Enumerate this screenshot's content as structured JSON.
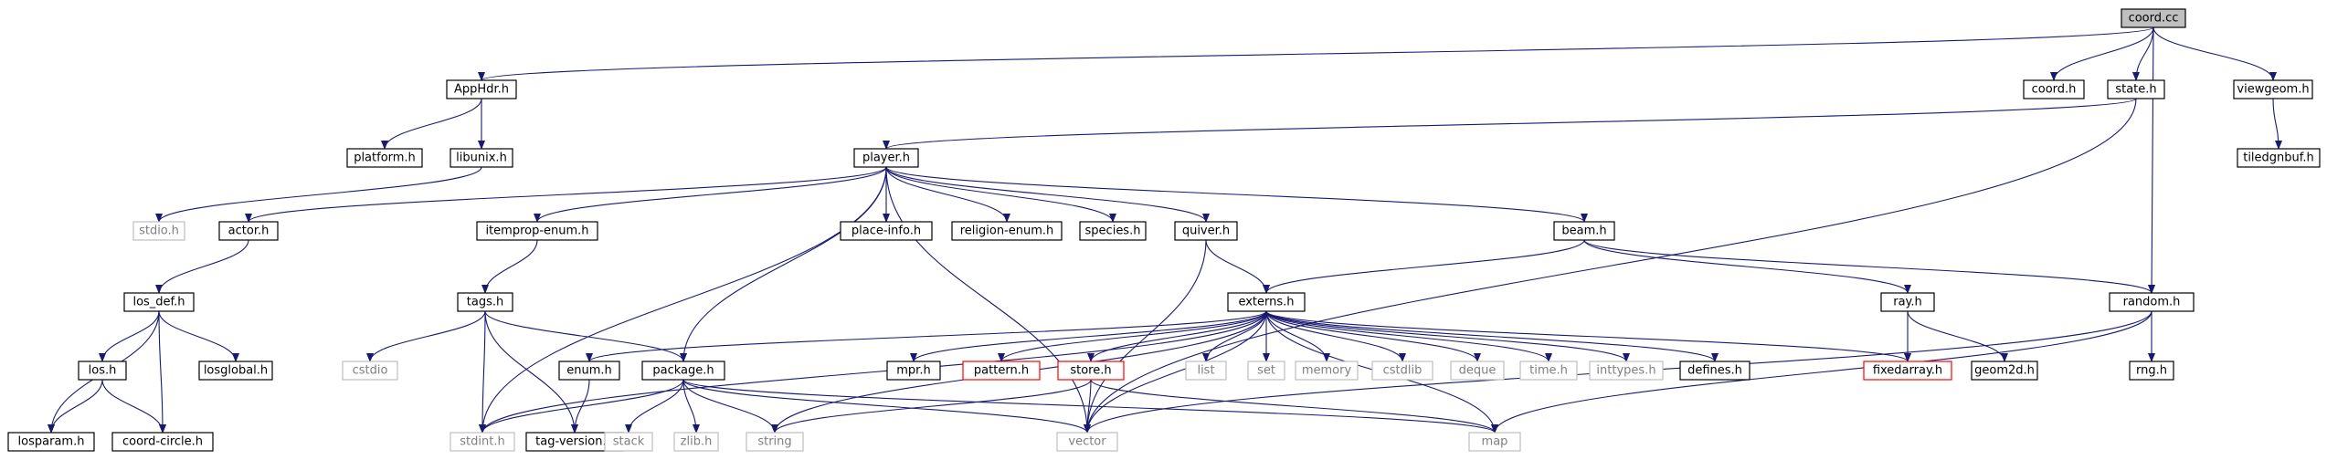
{
  "colors": {
    "edge": "#191970",
    "node_border_defined": "#000000",
    "node_border_undocumented": "#bfbfbf",
    "node_border_truncated": "#ff0000",
    "root_fill": "#bfbfbf",
    "node_fill": "#ffffff",
    "text_defined": "#000000",
    "text_undocumented": "#7f7f7f"
  },
  "nodes": [
    {
      "id": "coord_cc",
      "label": "coord.cc",
      "kind": "root"
    },
    {
      "id": "apphdr",
      "label": "AppHdr.h",
      "kind": "defined"
    },
    {
      "id": "coord_h",
      "label": "coord.h",
      "kind": "defined"
    },
    {
      "id": "state_h",
      "label": "state.h",
      "kind": "defined"
    },
    {
      "id": "viewgeom_h",
      "label": "viewgeom.h",
      "kind": "defined"
    },
    {
      "id": "platform_h",
      "label": "platform.h",
      "kind": "defined"
    },
    {
      "id": "libunix_h",
      "label": "libunix.h",
      "kind": "defined"
    },
    {
      "id": "tiledgnbuf_h",
      "label": "tiledgnbuf.h",
      "kind": "defined"
    },
    {
      "id": "player_h",
      "label": "player.h",
      "kind": "defined"
    },
    {
      "id": "stdio_h",
      "label": "stdio.h",
      "kind": "undocumented"
    },
    {
      "id": "actor_h",
      "label": "actor.h",
      "kind": "defined"
    },
    {
      "id": "itemprop_enum_h",
      "label": "itemprop-enum.h",
      "kind": "defined"
    },
    {
      "id": "place_info_h",
      "label": "place-info.h",
      "kind": "defined"
    },
    {
      "id": "religion_enum_h",
      "label": "religion-enum.h",
      "kind": "defined"
    },
    {
      "id": "species_h",
      "label": "species.h",
      "kind": "defined"
    },
    {
      "id": "quiver_h",
      "label": "quiver.h",
      "kind": "defined"
    },
    {
      "id": "beam_h",
      "label": "beam.h",
      "kind": "defined"
    },
    {
      "id": "los_def_h",
      "label": "los_def.h",
      "kind": "defined"
    },
    {
      "id": "tags_h",
      "label": "tags.h",
      "kind": "defined"
    },
    {
      "id": "externs_h",
      "label": "externs.h",
      "kind": "defined"
    },
    {
      "id": "ray_h",
      "label": "ray.h",
      "kind": "defined"
    },
    {
      "id": "random_h",
      "label": "random.h",
      "kind": "defined"
    },
    {
      "id": "los_h",
      "label": "los.h",
      "kind": "defined"
    },
    {
      "id": "losglobal_h",
      "label": "losglobal.h",
      "kind": "defined"
    },
    {
      "id": "cstdio",
      "label": "cstdio",
      "kind": "undocumented"
    },
    {
      "id": "enum_h",
      "label": "enum.h",
      "kind": "defined"
    },
    {
      "id": "package_h",
      "label": "package.h",
      "kind": "defined"
    },
    {
      "id": "mpr_h",
      "label": "mpr.h",
      "kind": "defined"
    },
    {
      "id": "pattern_h",
      "label": "pattern.h",
      "kind": "truncated"
    },
    {
      "id": "store_h",
      "label": "store.h",
      "kind": "truncated"
    },
    {
      "id": "list",
      "label": "list",
      "kind": "undocumented"
    },
    {
      "id": "set",
      "label": "set",
      "kind": "undocumented"
    },
    {
      "id": "memory",
      "label": "memory",
      "kind": "undocumented"
    },
    {
      "id": "cstdlib",
      "label": "cstdlib",
      "kind": "undocumented"
    },
    {
      "id": "deque",
      "label": "deque",
      "kind": "undocumented"
    },
    {
      "id": "time_h",
      "label": "time.h",
      "kind": "undocumented"
    },
    {
      "id": "inttypes_h",
      "label": "inttypes.h",
      "kind": "undocumented"
    },
    {
      "id": "defines_h",
      "label": "defines.h",
      "kind": "defined"
    },
    {
      "id": "fixedarray_h",
      "label": "fixedarray.h",
      "kind": "truncated"
    },
    {
      "id": "geom2d_h",
      "label": "geom2d.h",
      "kind": "defined"
    },
    {
      "id": "rng_h",
      "label": "rng.h",
      "kind": "defined"
    },
    {
      "id": "losparam_h",
      "label": "losparam.h",
      "kind": "defined"
    },
    {
      "id": "coord_circle_h",
      "label": "coord-circle.h",
      "kind": "defined"
    },
    {
      "id": "stdint_h",
      "label": "stdint.h",
      "kind": "undocumented"
    },
    {
      "id": "tag_version_h",
      "label": "tag-version.h",
      "kind": "defined"
    },
    {
      "id": "stack",
      "label": "stack",
      "kind": "undocumented"
    },
    {
      "id": "zlib_h",
      "label": "zlib.h",
      "kind": "undocumented"
    },
    {
      "id": "string",
      "label": "string",
      "kind": "undocumented"
    },
    {
      "id": "vector",
      "label": "vector",
      "kind": "undocumented"
    },
    {
      "id": "map",
      "label": "map",
      "kind": "undocumented"
    }
  ],
  "edges": [
    [
      "coord_cc",
      "apphdr"
    ],
    [
      "coord_cc",
      "coord_h"
    ],
    [
      "coord_cc",
      "state_h"
    ],
    [
      "coord_cc",
      "viewgeom_h"
    ],
    [
      "coord_cc",
      "random_h"
    ],
    [
      "apphdr",
      "platform_h"
    ],
    [
      "apphdr",
      "libunix_h"
    ],
    [
      "libunix_h",
      "stdio_h"
    ],
    [
      "viewgeom_h",
      "tiledgnbuf_h"
    ],
    [
      "state_h",
      "player_h"
    ],
    [
      "state_h",
      "vector"
    ],
    [
      "player_h",
      "actor_h"
    ],
    [
      "player_h",
      "itemprop_enum_h"
    ],
    [
      "player_h",
      "place_info_h"
    ],
    [
      "player_h",
      "religion_enum_h"
    ],
    [
      "player_h",
      "species_h"
    ],
    [
      "player_h",
      "quiver_h"
    ],
    [
      "player_h",
      "beam_h"
    ],
    [
      "player_h",
      "package_h"
    ],
    [
      "player_h",
      "stdint_h"
    ],
    [
      "player_h",
      "vector"
    ],
    [
      "actor_h",
      "los_def_h"
    ],
    [
      "los_def_h",
      "los_h"
    ],
    [
      "los_def_h",
      "losglobal_h"
    ],
    [
      "los_def_h",
      "losparam_h"
    ],
    [
      "los_def_h",
      "coord_circle_h"
    ],
    [
      "los_h",
      "losparam_h"
    ],
    [
      "los_h",
      "coord_circle_h"
    ],
    [
      "itemprop_enum_h",
      "tags_h"
    ],
    [
      "tags_h",
      "cstdio"
    ],
    [
      "tags_h",
      "package_h"
    ],
    [
      "tags_h",
      "stdint_h"
    ],
    [
      "tags_h",
      "tag_version_h"
    ],
    [
      "quiver_h",
      "externs_h"
    ],
    [
      "quiver_h",
      "vector"
    ],
    [
      "beam_h",
      "externs_h"
    ],
    [
      "beam_h",
      "ray_h"
    ],
    [
      "beam_h",
      "random_h"
    ],
    [
      "ray_h",
      "fixedarray_h"
    ],
    [
      "ray_h",
      "geom2d_h"
    ],
    [
      "random_h",
      "rng_h"
    ],
    [
      "random_h",
      "vector"
    ],
    [
      "random_h",
      "map"
    ],
    [
      "externs_h",
      "enum_h"
    ],
    [
      "externs_h",
      "mpr_h"
    ],
    [
      "externs_h",
      "pattern_h"
    ],
    [
      "externs_h",
      "store_h"
    ],
    [
      "externs_h",
      "list"
    ],
    [
      "externs_h",
      "set"
    ],
    [
      "externs_h",
      "memory"
    ],
    [
      "externs_h",
      "cstdlib"
    ],
    [
      "externs_h",
      "deque"
    ],
    [
      "externs_h",
      "time_h"
    ],
    [
      "externs_h",
      "inttypes_h"
    ],
    [
      "externs_h",
      "defines_h"
    ],
    [
      "externs_h",
      "fixedarray_h"
    ],
    [
      "externs_h",
      "stdint_h"
    ],
    [
      "externs_h",
      "string"
    ],
    [
      "externs_h",
      "vector"
    ],
    [
      "externs_h",
      "map"
    ],
    [
      "enum_h",
      "tag_version_h"
    ],
    [
      "package_h",
      "stdint_h"
    ],
    [
      "package_h",
      "stack"
    ],
    [
      "package_h",
      "zlib_h"
    ],
    [
      "package_h",
      "string"
    ],
    [
      "package_h",
      "vector"
    ],
    [
      "package_h",
      "map"
    ],
    [
      "store_h",
      "string"
    ],
    [
      "store_h",
      "vector"
    ],
    [
      "store_h",
      "map"
    ]
  ]
}
